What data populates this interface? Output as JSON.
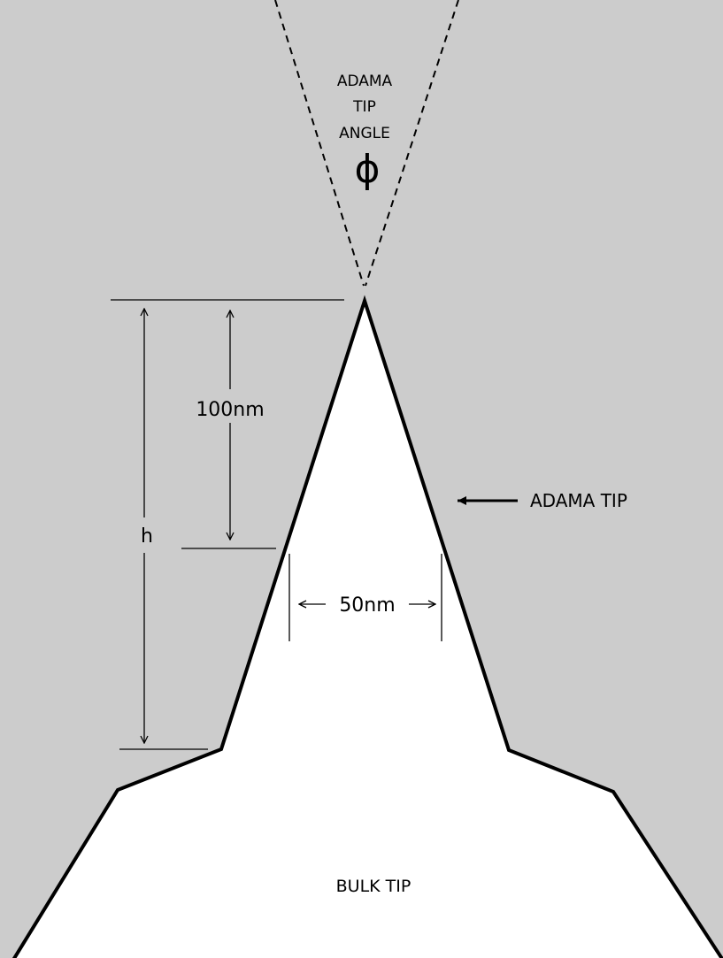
{
  "colors": {
    "background": "#cccccc",
    "tip_fill": "#ffffff",
    "stroke": "#000000"
  },
  "labels": {
    "angle_line1": "ADAMA",
    "angle_line2": "TIP",
    "angle_line3": "ANGLE",
    "angle_symbol": "ϕ",
    "height_100": "100nm",
    "height_h": "h",
    "width_50": "50nm",
    "adama_tip": "ADAMA TIP",
    "bulk_tip": "BULK TIP"
  }
}
